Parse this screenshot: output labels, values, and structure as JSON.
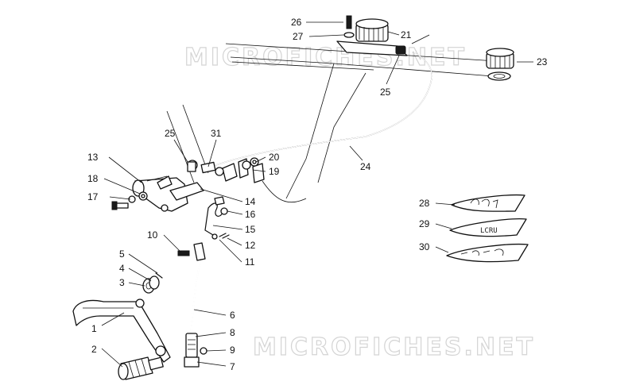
{
  "watermarks": [
    "MICROFICHES.NET",
    "MICROFICHES.NET"
  ],
  "callouts": {
    "c1": "1",
    "c2": "2",
    "c3": "3",
    "c4": "4",
    "c5": "5",
    "c6": "6",
    "c7": "7",
    "c8": "8",
    "c9": "9",
    "c10": "10",
    "c11": "11",
    "c12": "12",
    "c13": "13",
    "c14": "14",
    "c15": "15",
    "c16": "16",
    "c17": "17",
    "c18": "18",
    "c19": "19",
    "c20": "20",
    "c21": "21",
    "c23": "23",
    "c24": "24",
    "c25a": "25",
    "c25b": "25",
    "c26": "26",
    "c27": "27",
    "c28": "28",
    "c29": "29",
    "c30": "30",
    "c31": "31"
  },
  "icons": [
    "brake-pedal-icon",
    "master-cylinder-icon",
    "reservoir-icon",
    "brake-hose-icon",
    "gasket-kit-icon"
  ],
  "colors": {
    "ink": "#111111",
    "watermark": "#d4d4d4",
    "background": "#ffffff"
  }
}
